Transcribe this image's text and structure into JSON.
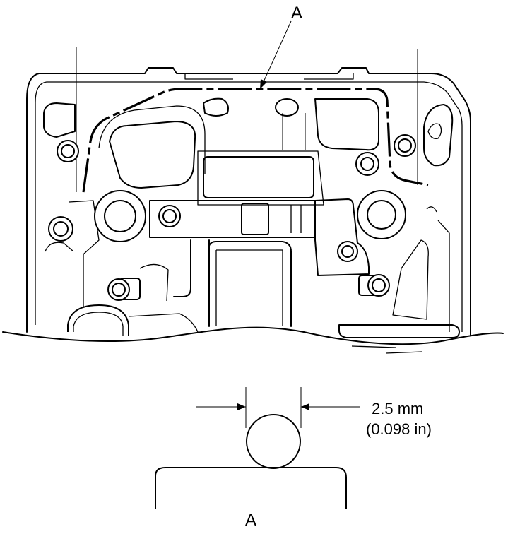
{
  "callouts": {
    "top_label": "A",
    "bottom_label": "A"
  },
  "dimension": {
    "value_mm": "2.5 mm",
    "value_in": "(0.098 in)"
  }
}
